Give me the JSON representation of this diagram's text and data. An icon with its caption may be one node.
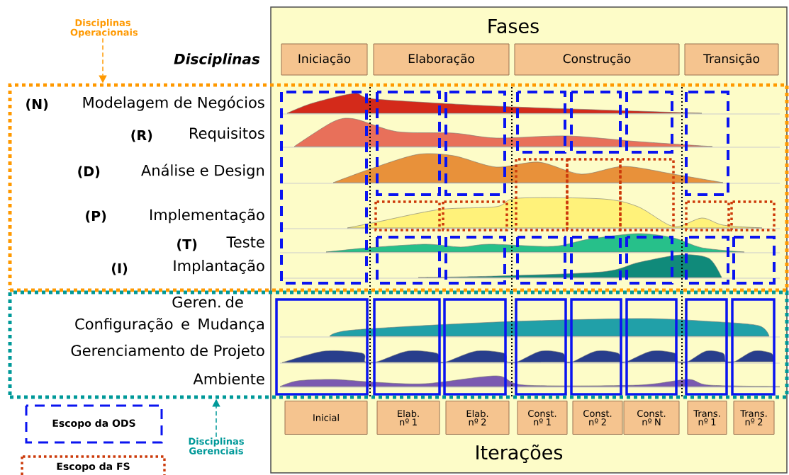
{
  "diagram": {
    "nodes": [
      {
        "text": [
          "Disciplinas Operacionais"
        ]
      },
      {
        "text": [],
        "shape": "box"
      },
      {
        "text": [],
        "shape": "box"
      },
      {
        "text": [
          "Disciplinas Gerenciais"
        ]
      },
      {
        "text": [
          "Iniciação"
        ]
      },
      {
        "text": [
          "Elaboração"
        ]
      },
      {
        "text": [
          "Construção"
        ]
      },
      {
        "text": [
          "Transição"
        ]
      },
      {
        "text": [
          "Inicial"
        ]
      },
      {
        "text": [
          "Elab. nº 1"
        ]
      },
      {
        "text": [
          "Elab. nº 2"
        ]
      },
      {
        "text": [
          "Const. nº 1"
        ]
      },
      {
        "text": [
          "Const. nº 2"
        ]
      },
      {
        "text": [
          "Const. nº N"
        ]
      },
      {
        "text": [
          "Trans. nº 1"
        ]
      },
      {
        "text": [
          "Trans. nº 2"
        ]
      }
    ],
    "edges": [
      {
        "from": 0,
        "to": 1,
        "arrow": "to",
        "style": "dashed",
        "color": "#ff9900"
      },
      {
        "from": 3,
        "to": 2,
        "arrow": "to",
        "style": "dashed",
        "color": "#009999"
      }
    ],
    "labels": [
      "Fases",
      "Disciplinas",
      "(N)",
      "Modelagem de Negócios",
      "(R)",
      "Requisitos",
      "(D)",
      "Análise e Design",
      "(P)",
      "Implementação",
      "(T)",
      "Teste",
      "(I)",
      "Implantação",
      "Geren. de Configuração e Mudança",
      "Gerenciamento de Projeto",
      "Ambiente",
      "Iterações"
    ],
    "legend": [
      {
        "text": "Escopo da ODS"
      },
      {
        "text": "Escopo da FS"
      }
    ]
  }
}
